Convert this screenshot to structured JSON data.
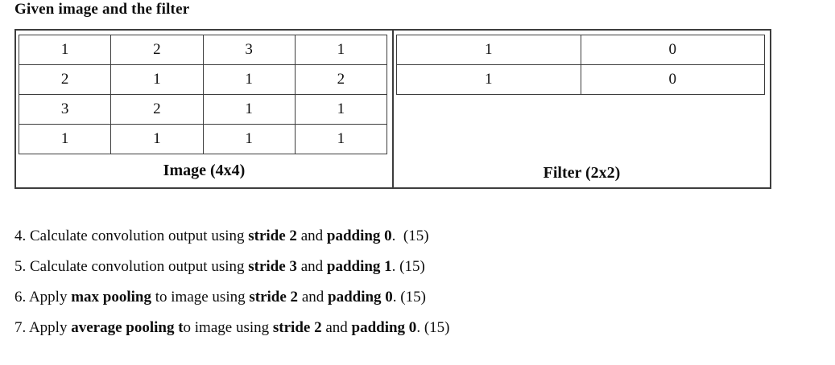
{
  "title": "Given image and the filter",
  "image_table": {
    "caption": "Image (4x4)",
    "rows": [
      [
        "1",
        "2",
        "3",
        "1"
      ],
      [
        "2",
        "1",
        "1",
        "2"
      ],
      [
        "3",
        "2",
        "1",
        "1"
      ],
      [
        "1",
        "1",
        "1",
        "1"
      ]
    ]
  },
  "filter_table": {
    "caption": "Filter (2x2)",
    "rows": [
      [
        "1",
        "0"
      ],
      [
        "1",
        "0"
      ]
    ]
  },
  "questions": [
    {
      "segments": [
        {
          "text": "4. Calculate convolution output using ",
          "bold": false
        },
        {
          "text": "stride 2",
          "bold": true
        },
        {
          "text": " and ",
          "bold": false
        },
        {
          "text": "padding 0",
          "bold": true
        },
        {
          "text": ".  (15)",
          "bold": false
        }
      ]
    },
    {
      "segments": [
        {
          "text": "5. Calculate convolution output using ",
          "bold": false
        },
        {
          "text": "stride 3",
          "bold": true
        },
        {
          "text": " and ",
          "bold": false
        },
        {
          "text": "padding 1",
          "bold": true
        },
        {
          "text": ". (15)",
          "bold": false
        }
      ]
    },
    {
      "segments": [
        {
          "text": "6. Apply ",
          "bold": false
        },
        {
          "text": "max pooling",
          "bold": true
        },
        {
          "text": " to image using ",
          "bold": false
        },
        {
          "text": "stride 2",
          "bold": true
        },
        {
          "text": " and ",
          "bold": false
        },
        {
          "text": "padding 0",
          "bold": true
        },
        {
          "text": ". (15)",
          "bold": false
        }
      ]
    },
    {
      "segments": [
        {
          "text": "7. Apply ",
          "bold": false
        },
        {
          "text": "average pooling t",
          "bold": true
        },
        {
          "text": "o image using ",
          "bold": false
        },
        {
          "text": "stride 2",
          "bold": true
        },
        {
          "text": " and ",
          "bold": false
        },
        {
          "text": "padding 0",
          "bold": true
        },
        {
          "text": ". (15)",
          "bold": false
        }
      ]
    }
  ],
  "colors": {
    "text": "#0d0d0d",
    "border": "#3d3d3d",
    "background": "#ffffff"
  }
}
